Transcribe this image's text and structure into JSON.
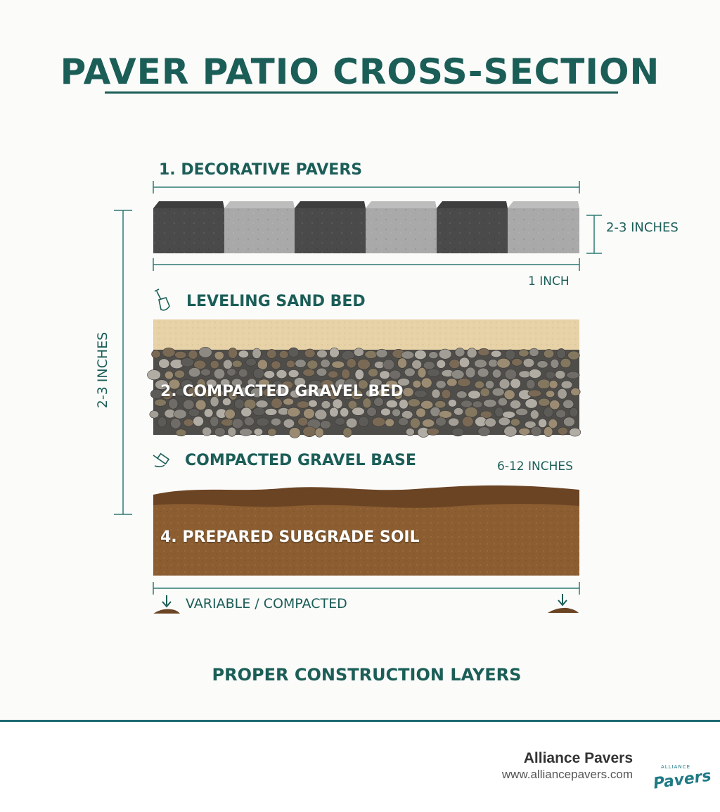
{
  "title": "PAVER PATIO CROSS-SECTION",
  "layers": {
    "pavers_label": "1.  DECORATIVE PAVERS",
    "pavers_thickness": "2-3 INCHES",
    "sand_thickness": "1 INCH",
    "sand_label": "LEVELING SAND BED",
    "gravel_bed_label": "2.  COMPACTED GRAVEL BED",
    "gravel_base_label": "COMPACTED GRAVEL BASE",
    "gravel_base_thickness": "6-12 INCHES",
    "soil_label": "4.  PREPARED SUBGRADE SOIL",
    "soil_note": "VARIABLE / COMPACTED",
    "left_dimension": "2-3 INCHES"
  },
  "caption": "PROPER CONSTRUCTION LAYERS",
  "footer": {
    "company": "Alliance Pavers",
    "website": "www.alliancepavers.com",
    "logo_text": "Pavers",
    "logo_small_text": "ALLIANCE"
  },
  "colors": {
    "accent": "#1b5e57",
    "paver_dark": "#4a4a4b",
    "paver_light": "#a9a9a9",
    "sand": "#e6d2a6",
    "gravel": "#6e6b66",
    "soil": "#8a5a2e",
    "footer_line": "#1f6b72"
  },
  "icons": [
    "shovel-icon",
    "tamper-icon",
    "down-arrow-soil-icon",
    "logo-palm-icon"
  ]
}
